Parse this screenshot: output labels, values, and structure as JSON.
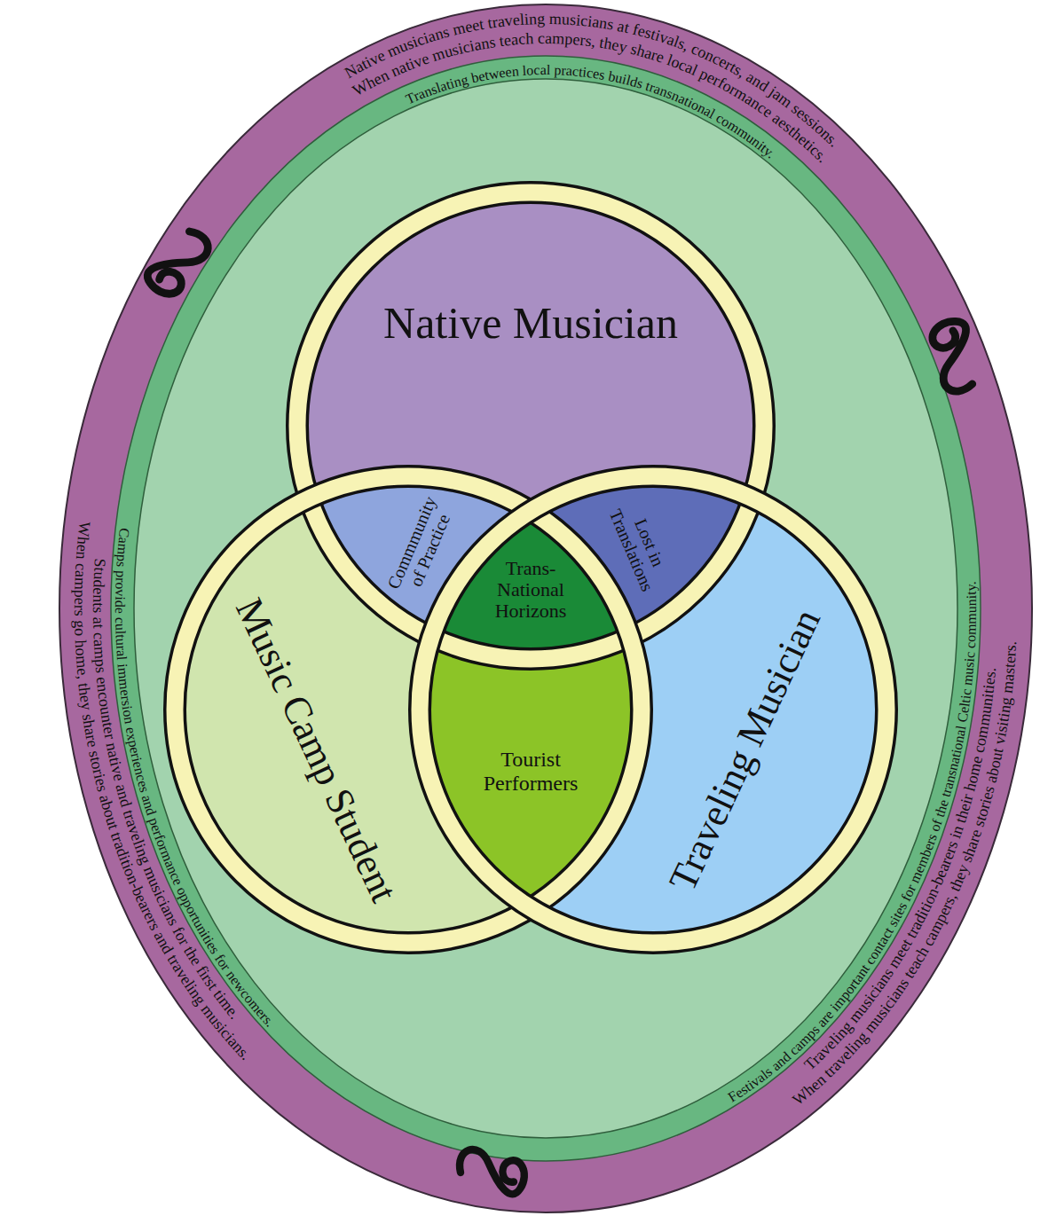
{
  "diagram": {
    "nodes": [
      {
        "text": [
          "Native musicians meet traveling musicians at festivals, concerts, and jam sessions.",
          "When native musicians teach campers, they share local performance aesthetics.",
          "Traveling musicians meet tradition-bearers in their home communities.",
          "When traveling musicians teach campers, they share stories about visiting masters.",
          "Students at camps encounter native and traveling musicians for the first time.",
          "When campers go home, they share stories about tradition-bearers and traveling musicians."
        ]
      },
      {
        "text": [
          "Translating between local practices builds transnational community.",
          "Festivals and camps are important contact sites for members of the transnational Celtic music community.",
          "Camps provide cultural immersion experiences and performance opportunities for newcomers."
        ],
        "in": 0
      },
      {
        "text": [
          "Native Musician"
        ],
        "in": 1
      },
      {
        "text": [
          "Music Camp Student"
        ],
        "in": 1
      },
      {
        "text": [
          "Traveling Musician"
        ],
        "in": 1
      },
      {
        "text": [
          "Commmunity of Practice"
        ],
        "in": 1
      },
      {
        "text": [
          "Lost in Translations"
        ],
        "in": 1
      },
      {
        "text": [
          "Trans- National Horizons"
        ],
        "in": 1
      },
      {
        "text": [
          "Tourist Performers"
        ],
        "in": 1
      }
    ]
  }
}
